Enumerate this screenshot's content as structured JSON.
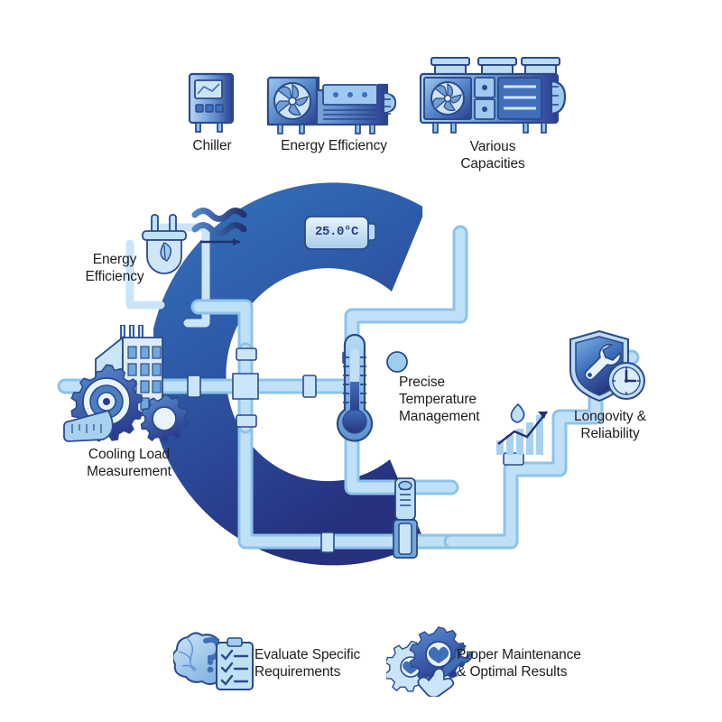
{
  "figure": {
    "type": "infographic",
    "subject": "Chiller system overview",
    "background_color": "#ffffff",
    "letter_mark": {
      "glyph": "C",
      "name": "large-letter-c-mark",
      "gradient_from": "#3575bd",
      "gradient_to": "#26307e"
    }
  },
  "top_row": {
    "items": [
      {
        "id": "chiller",
        "label": "Chiller",
        "icon": "control-panel-chiller-icon",
        "size": "small"
      },
      {
        "id": "energy-efficiency",
        "label": "Energy Efficiency",
        "icon": "fan-condenser-unit-icon",
        "size": "medium"
      },
      {
        "id": "various-capacities",
        "label": "Various\nCapacities",
        "icon": "multi-module-chiller-icon",
        "size": "large"
      }
    ]
  },
  "diagram": {
    "temperature_display": {
      "name": "temperature-readout",
      "value": "25.0°C"
    },
    "callouts": [
      {
        "id": "energy-efficiency-plug",
        "label": "Energy\nEfficiency",
        "icon": "eco-plug-leaf-icon",
        "position": "upper-left"
      },
      {
        "id": "cooling-load-measurement",
        "label": "Cooling Load\nMeasurement",
        "icon": "building-gears-tape-measure-icon",
        "position": "mid-left"
      },
      {
        "id": "precise-temperature-management",
        "label": "Precise\nTemperature\nManagement",
        "icon": "thermometer-icon",
        "position": "center-right"
      },
      {
        "id": "longevity-reliability",
        "label": "Longovity &\nReliability",
        "icon": "shield-wrench-clock-icon",
        "position": "right"
      }
    ],
    "decorations": [
      {
        "id": "airflow-waves",
        "icon": "airflow-waves-arrow-icon"
      },
      {
        "id": "growth-chart",
        "icon": "droplet-growth-bars-icon"
      },
      {
        "id": "cross-valve",
        "icon": "pipe-cross-joint-icon"
      },
      {
        "id": "gate-valve",
        "icon": "gate-valve-icon"
      }
    ]
  },
  "bottom_row": {
    "items": [
      {
        "id": "evaluate-specific-requirements",
        "label": "Evaluate Specific\nRequirements",
        "icon": "brain-checklist-icon"
      },
      {
        "id": "proper-maintenance",
        "label": "Proper Maintenance\n& Optimal Results",
        "icon": "gear-heart-wrench-hand-icon"
      }
    ]
  },
  "palette": {
    "deep_navy": "#26307e",
    "royal_blue": "#2f5ca8",
    "mid_blue": "#3575bd",
    "pipe_light": "#a8d2f0",
    "pipe_pale": "#cbe5f8",
    "outline": "#2b4a8c",
    "text": "#1d1d1f"
  }
}
